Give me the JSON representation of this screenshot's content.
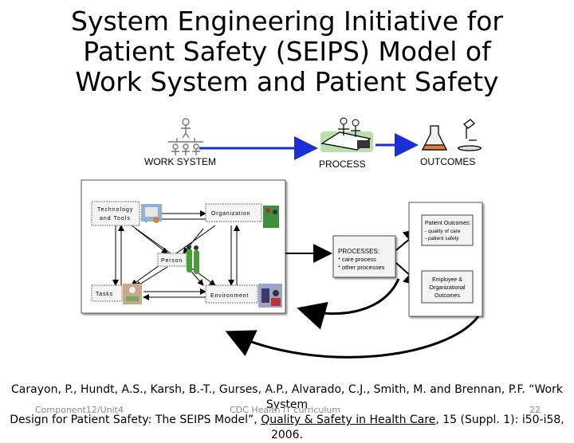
{
  "title": {
    "line1": "System Engineering Initiative for",
    "line2": "Patient Safety (SEIPS) Model of",
    "line3": "Work System and Patient Safety"
  },
  "header_labels": {
    "work_system": "WORK SYSTEM",
    "process": "PROCESS",
    "outcomes": "OUTCOMES"
  },
  "work_system_boxes": {
    "technology": [
      "Technology",
      "and Tools"
    ],
    "organization": "Organization",
    "person": "Person",
    "tasks": "Tasks",
    "environment": "Environment"
  },
  "processes_box": {
    "heading": "PROCESSES:",
    "items": [
      "* care process",
      "* other processes"
    ]
  },
  "outcomes_boxes": {
    "patient": [
      "Patient Outcomes:",
      "- quality of care",
      "- patient safety"
    ],
    "employee": [
      "Employee &",
      "Organizational",
      "Outcomes"
    ]
  },
  "citation": {
    "authors": "Carayon, P., Hundt, A.S., Karsh, B.-T., Gurses, A.P., Alvarado, C.J., Smith, M. and Brennan, P.F. “Work System",
    "title_part": "Design for Patient Safety: The SEIPS Model”, ",
    "journal": "Quality & Safety in Health Care",
    "details": ", 15 (Suppl. 1): i50-i58, 2006."
  },
  "footer": {
    "left": "Component12/Unit4",
    "center": "CDC Health IT curriculum",
    "page": "22"
  },
  "colors": {
    "arrow_blue": "#1a2fd6",
    "outline": "#000000",
    "box_gray": "#f4f4f4"
  }
}
